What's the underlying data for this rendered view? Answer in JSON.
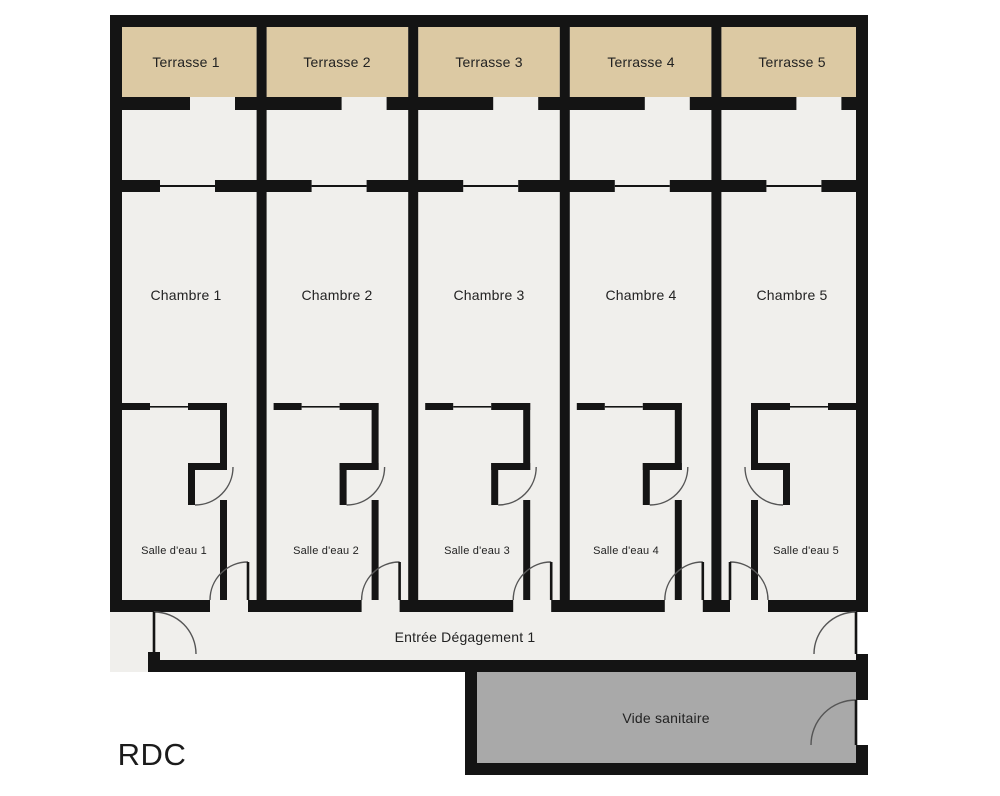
{
  "floor_label": "RDC",
  "rooms": {
    "terraces": [
      "Terrasse 1",
      "Terrasse 2",
      "Terrasse 3",
      "Terrasse 4",
      "Terrasse 5"
    ],
    "chambres": [
      "Chambre 1",
      "Chambre 2",
      "Chambre 3",
      "Chambre 4",
      "Chambre 5"
    ],
    "salles_eau": [
      "Salle d'eau 1",
      "Salle d'eau 2",
      "Salle d'eau 3",
      "Salle d'eau 4",
      "Salle d'eau 5"
    ],
    "corridor": "Entrée Dégagement 1",
    "vide_sanitaire": "Vide sanitaire"
  },
  "colors": {
    "wall": "#141414",
    "floor": "#f0efec",
    "terrace": "#dcc9a3",
    "vide_fill": "#a9a9a9",
    "background": "#ffffff",
    "text": "#222222"
  }
}
